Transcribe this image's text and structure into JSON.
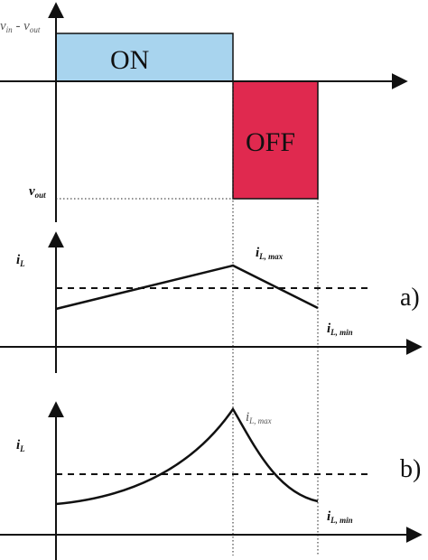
{
  "top": {
    "on_label": "ON",
    "off_label": "OFF",
    "ylabel_high_v1": "v",
    "ylabel_high_s1": "in",
    "ylabel_high_sep": " - v",
    "ylabel_high_s2": "out",
    "ylabel_low_v": "v",
    "ylabel_low_s": "out",
    "colors": {
      "on": "#a8d4ee",
      "off": "#e0294f"
    }
  },
  "panel_a": {
    "tag": "a)",
    "ylabel_sym": "i",
    "ylabel_sub": "L",
    "max_sym": "i",
    "max_sub": "L, max",
    "min_sym": "i",
    "min_sub": "L, min"
  },
  "panel_b": {
    "tag": "b)",
    "ylabel_sym": "i",
    "ylabel_sub": "L",
    "max_sym": "i",
    "max_sub": "L, max",
    "min_sym": "i",
    "min_sub": "L, min"
  }
}
